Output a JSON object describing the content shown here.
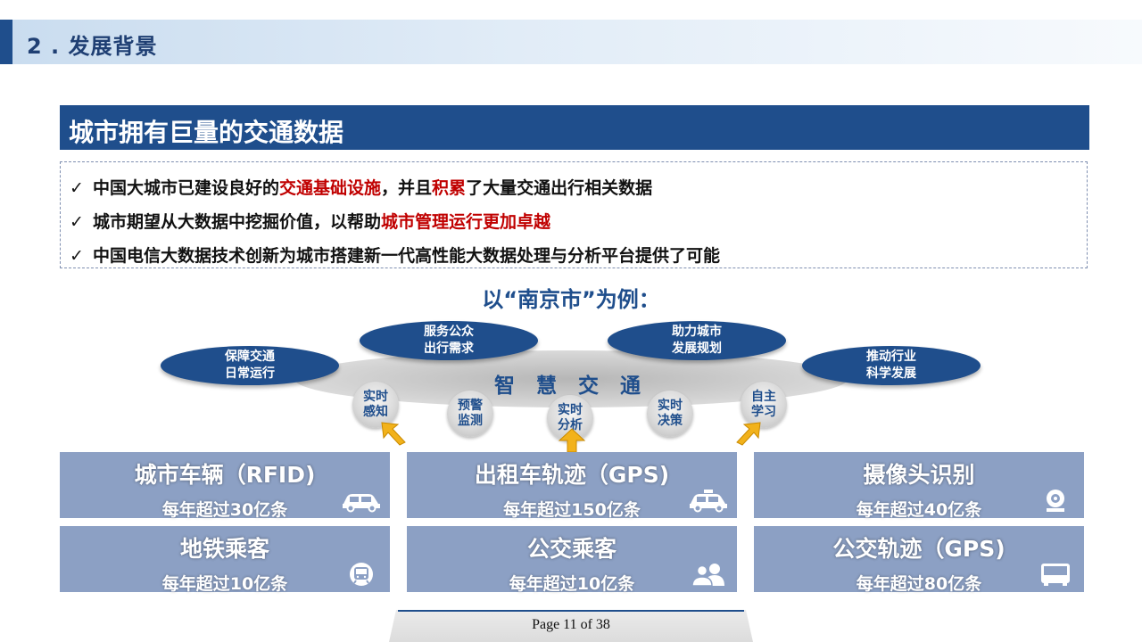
{
  "header": {
    "title": "2 . 发展背景"
  },
  "banner": {
    "title": "城市拥有巨量的交通数据"
  },
  "bullets": [
    {
      "check": "✓",
      "parts": [
        "中国大城市已建设良好的",
        "交通基础设施",
        "，并且",
        "积累",
        "了大量交通出行相关数据"
      ]
    },
    {
      "check": "✓",
      "parts": [
        "城市期望从大数据中挖掘价值，以帮助",
        "城市管理运行更加卓越"
      ]
    },
    {
      "check": "✓",
      "parts": [
        "中国电信大数据技术创新为城市搭建新一代高性能大数据处理与分析平台提供了可能"
      ]
    }
  ],
  "example": {
    "label": "以“南京市”为例："
  },
  "diagram": {
    "center": "智 慧 交 通",
    "ovals": [
      "保障交通\n日常运行",
      "服务公众\n出行需求",
      "助力城市\n发展规划",
      "推动行业\n科学发展"
    ],
    "circles": [
      "实时\n感知",
      "预警\n监测",
      "实时\n分析",
      "实时\n决策",
      "自主\n学习"
    ]
  },
  "cards": [
    {
      "title": "城市车辆（RFID)",
      "sub": "每年超过30亿条",
      "icon": "car-icon"
    },
    {
      "title": "出租车轨迹（GPS)",
      "sub": "每年超过150亿条",
      "icon": "taxi-icon"
    },
    {
      "title": "摄像头识别",
      "sub": "每年超过40亿条",
      "icon": "camera-icon"
    },
    {
      "title": "地铁乘客",
      "sub": "每年超过10亿条",
      "icon": "metro-icon"
    },
    {
      "title": "公交乘客",
      "sub": "每年超过10亿条",
      "icon": "people-icon"
    },
    {
      "title": "公交轨迹（GPS)",
      "sub": "每年超过80亿条",
      "icon": "bus-icon"
    }
  ],
  "footer": {
    "page": "Page 11 of 38"
  },
  "colors": {
    "primary": "#1f4e8c",
    "highlight": "#c00000",
    "card": "#8ca0c4"
  }
}
